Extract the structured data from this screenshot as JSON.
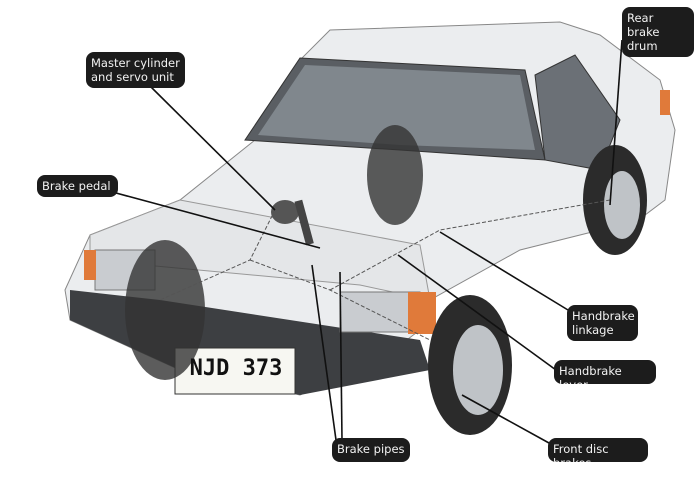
{
  "labels": {
    "master_cylinder": "Master cylinder\nand servo unit",
    "brake_pedal": "Brake pedal",
    "rear_brake_drum": "Rear brake\ndrum",
    "handbrake_linkage": "Handbrake\nlinkage",
    "handbrake_lever": "Handbrake lever",
    "front_disc_brakes": "Front disc brakes",
    "brake_pipes": "Brake pipes"
  },
  "number_plate": "NJD 373",
  "colors": {
    "label_bg": "#1c1c1c",
    "label_text": "#f2f2f2",
    "indicator": "#e07a3a"
  }
}
